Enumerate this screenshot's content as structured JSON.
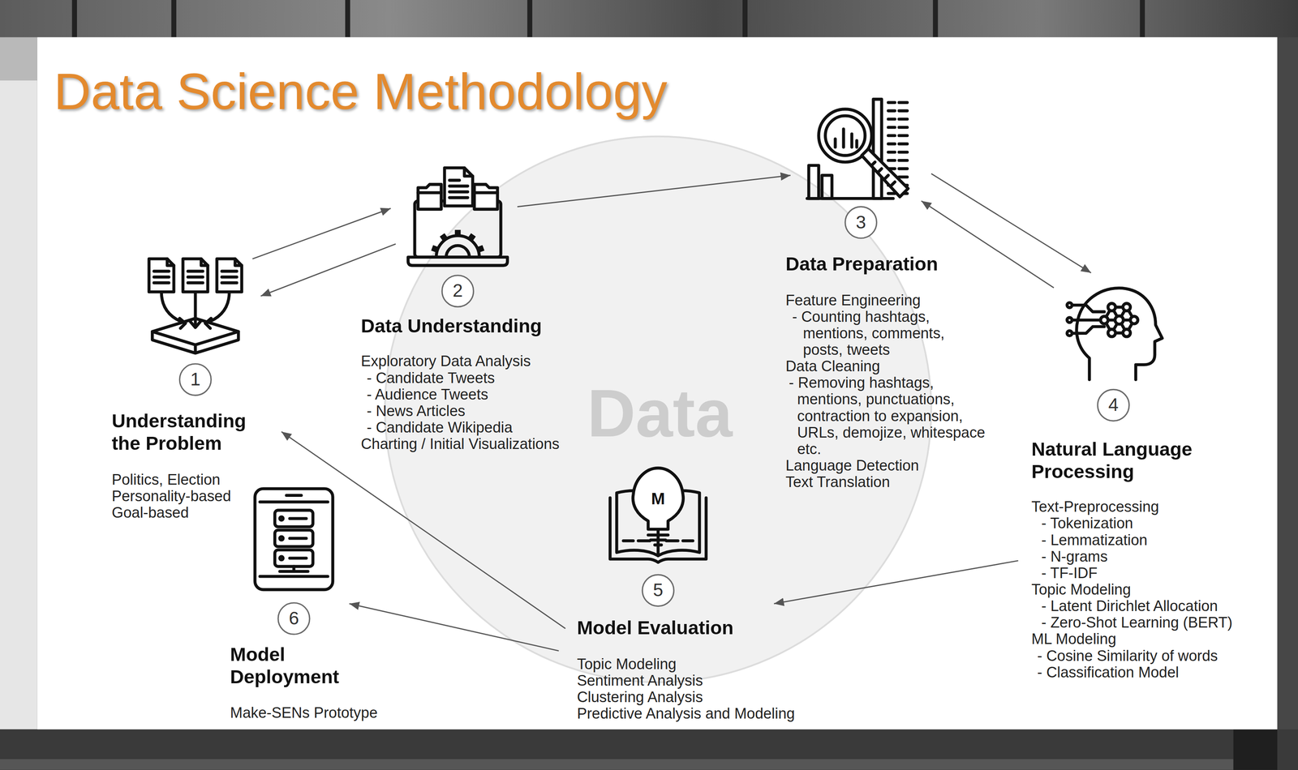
{
  "diagram": {
    "title": "Data Science Methodology",
    "nodes": [
      {
        "text": [
          "Understanding the Problem",
          "Politics, Election",
          "Personality-based",
          "Goal-based"
        ]
      },
      {
        "text": [
          "1"
        ],
        "in": 0
      },
      {
        "text": [
          "Data Understanding",
          "Exploratory Data Analysis",
          "- Candidate Tweets",
          "- Audience Tweets",
          "- News Articles",
          "- Candidate Wikipedia",
          "Charting / Initial Visualizations"
        ]
      },
      {
        "text": [
          "2"
        ],
        "in": 2
      },
      {
        "text": [
          "Data Preparation",
          "Feature Engineering",
          "- Counting hashtags, mentions, comments, posts, tweets",
          "Data Cleaning",
          "- Removing hashtags, mentions, punctuations, contraction to expansion, URLs, demojize, whitespace etc.",
          "Language Detection",
          "Text Translation"
        ]
      },
      {
        "text": [
          "3"
        ],
        "in": 4
      },
      {
        "text": [
          "Natural Language Processing",
          "Text-Preprocessing",
          "- Tokenization",
          "- Lemmatization",
          "- N-grams",
          "- TF-IDF",
          "Topic Modeling",
          "- Latent Dirichlet Allocation",
          "- Zero-Shot Learning (BERT)",
          "ML Modeling",
          "- Cosine Similarity of words",
          "- Classification Model"
        ]
      },
      {
        "text": [
          "4"
        ],
        "in": 6
      },
      {
        "text": [
          "Model Evaluation",
          "Topic Modeling",
          "Sentiment Analysis",
          "Clustering Analysis",
          "Predictive Analysis and Modeling"
        ]
      },
      {
        "text": [
          "5"
        ],
        "in": 8
      },
      {
        "text": [
          "Model Deployment",
          "Make-SENs Prototype"
        ]
      },
      {
        "text": [
          "6"
        ],
        "in": 10
      }
    ],
    "edges": [
      {
        "from": 0,
        "to": 2,
        "arrow": "to"
      },
      {
        "from": 2,
        "to": 0,
        "arrow": "to"
      },
      {
        "from": 2,
        "to": 4,
        "arrow": "to"
      },
      {
        "from": 4,
        "to": 6,
        "arrow": "to"
      },
      {
        "from": 6,
        "to": 4,
        "arrow": "to"
      },
      {
        "from": 6,
        "to": 8,
        "arrow": "to"
      },
      {
        "from": 8,
        "to": 0,
        "arrow": "to"
      },
      {
        "from": 8,
        "to": 10,
        "arrow": "to"
      }
    ],
    "labels": [
      "Data",
      "M"
    ]
  }
}
